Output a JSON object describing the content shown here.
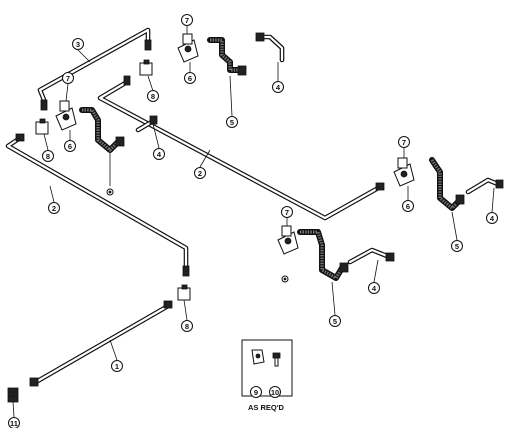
{
  "callouts": [
    {
      "id": "c1",
      "label": "1"
    },
    {
      "id": "c2a",
      "label": "2"
    },
    {
      "id": "c2b",
      "label": "2"
    },
    {
      "id": "c3",
      "label": "3"
    },
    {
      "id": "c4a",
      "label": "4"
    },
    {
      "id": "c4b",
      "label": "4"
    },
    {
      "id": "c4c",
      "label": "4"
    },
    {
      "id": "c4d",
      "label": "4"
    },
    {
      "id": "c5a",
      "label": "5"
    },
    {
      "id": "c5b",
      "label": "5"
    },
    {
      "id": "c5c",
      "label": "5"
    },
    {
      "id": "c6a",
      "label": "6"
    },
    {
      "id": "c6b",
      "label": "6"
    },
    {
      "id": "c6c",
      "label": "6"
    },
    {
      "id": "c7a",
      "label": "7"
    },
    {
      "id": "c7b",
      "label": "7"
    },
    {
      "id": "c7c",
      "label": "7"
    },
    {
      "id": "c7d",
      "label": "7"
    },
    {
      "id": "c8a",
      "label": "8"
    },
    {
      "id": "c8b",
      "label": "8"
    },
    {
      "id": "c8c",
      "label": "8"
    },
    {
      "id": "c9",
      "label": "9"
    },
    {
      "id": "c10",
      "label": "10"
    },
    {
      "id": "c11",
      "label": "11"
    }
  ],
  "hardware_box": {
    "note": "AS REQ'D"
  }
}
